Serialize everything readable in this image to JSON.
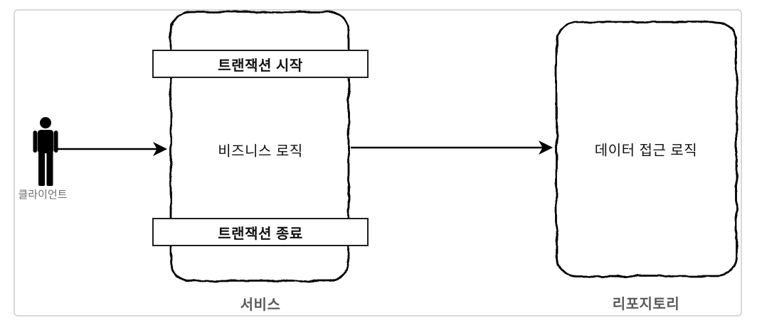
{
  "diagram": {
    "client": {
      "label": "클라이언트",
      "icon": "person-icon"
    },
    "service": {
      "group_label": "서비스",
      "transaction_start_label": "트랜잭션 시작",
      "business_logic_label": "비즈니스 로직",
      "transaction_end_label": "트랜잭션 종료"
    },
    "repository": {
      "group_label": "리포지토리",
      "data_access_logic_label": "데이터 접근 로직"
    },
    "arrows": [
      {
        "name": "client-to-service"
      },
      {
        "name": "service-to-repository"
      }
    ],
    "colors": {
      "frame_border": "#d8d8d8",
      "sketch_stroke": "#000000",
      "banner_border": "#1f1f1f",
      "text_primary": "#111111",
      "label_gray": "#595959",
      "background": "#ffffff"
    }
  }
}
